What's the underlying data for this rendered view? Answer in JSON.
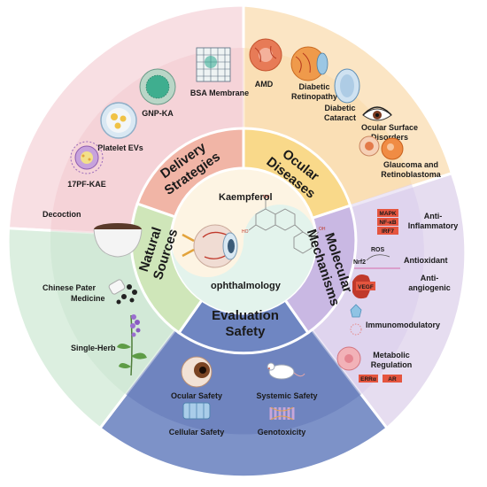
{
  "center": {
    "top_label": "Kaempferol",
    "bottom_label": "ophthalmology"
  },
  "inner_ring": {
    "delivery": [
      "Delivery",
      "Strategies"
    ],
    "ocular": [
      "Ocular",
      "Diseases"
    ],
    "molecular": [
      "Molecular",
      "Mechanisms"
    ],
    "evaluation": [
      "Evaluation",
      "Safety"
    ],
    "natural": [
      "Natural",
      "Sources"
    ]
  },
  "delivery_items": {
    "bsa": "BSA Membrane",
    "gnp": "GNP-KA",
    "platelet": "Platelet EVs",
    "pf": "17PF-KAE"
  },
  "ocular_items": {
    "amd": "AMD",
    "diabetic_retinopathy": [
      "Diabetic",
      "Retinopathy"
    ],
    "diabetic_cataract": [
      "Diabetic",
      "Cataract"
    ],
    "ocular_surface": [
      "Ocular Surface",
      "Disorders"
    ],
    "glaucoma": [
      "Glaucoma and",
      "Retinoblastoma"
    ]
  },
  "molecular_items": {
    "anti_inflammatory": [
      "Anti-",
      "Inflammatory"
    ],
    "markers": [
      "MAPK",
      "NF-κB",
      "IRF7"
    ],
    "ros": "ROS",
    "nrf2": "Nrf2",
    "antioxidant": "Antioxidant",
    "vegf": "VEGF",
    "anti_angiogenic": [
      "Anti-",
      "angiogenic"
    ],
    "immunomodulatory": "Immunomodulatory",
    "metabolic": [
      "Metabolic",
      "Regulation"
    ],
    "erra": "ERRα",
    "ar": "AR"
  },
  "evaluation_items": {
    "ocular_safety": "Ocular Safety",
    "systemic_safety": "Systemic Safety",
    "cellular_safety": "Cellular Safety",
    "genotoxicity": "Genotoxicity"
  },
  "natural_items": {
    "decoction": "Decoction",
    "patent_medicine": [
      "Chinese Pater",
      "Medicine"
    ],
    "single_herb": "Single-Herb"
  },
  "colors": {
    "delivery_outer": "#f8dfe3",
    "delivery_inner": "#f1b5a6",
    "ocular_outer": "#fbe5c4",
    "ocular_inner": "#f9d98a",
    "molecular_outer": "#e6ddf0",
    "molecular_inner": "#c9b8e3",
    "evaluation_outer": "#7d92c8",
    "evaluation_inner": "#6f86c2",
    "natural_outer": "#dcefe0",
    "natural_inner": "#cfe6b9",
    "center_light": "#fdf4e3",
    "center_mint": "#e3f3ec",
    "marker_red": "#e5553f"
  }
}
